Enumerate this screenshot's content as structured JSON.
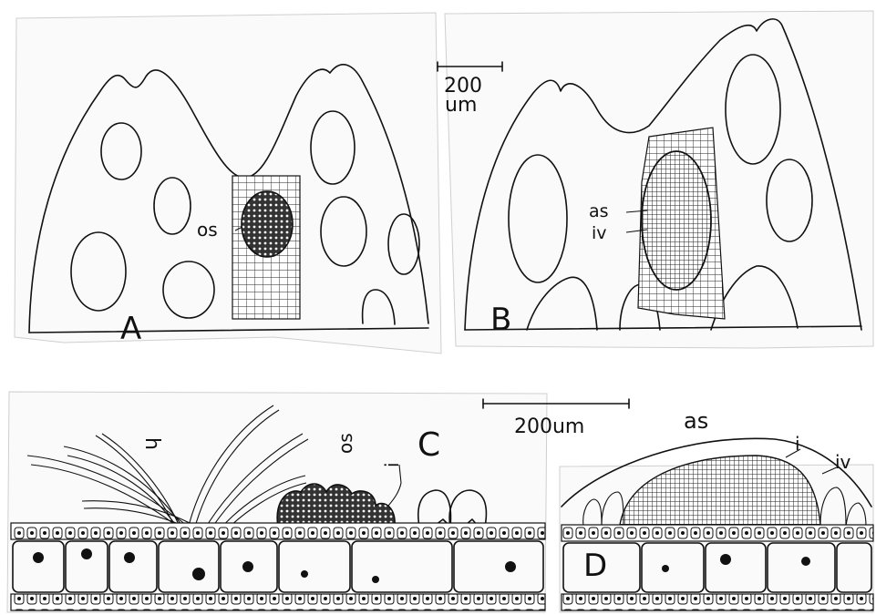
{
  "panels": {
    "A": {
      "label": "A",
      "structures": {
        "os": "os"
      }
    },
    "B": {
      "label": "B",
      "structures": {
        "as": "as",
        "iv": "iv"
      }
    },
    "C": {
      "label": "C",
      "structures": {
        "h": "h",
        "os": "os",
        "i": "i"
      }
    },
    "D": {
      "label": "D",
      "structures": {
        "as": "as",
        "i": "i",
        "iv": "iv"
      }
    }
  },
  "scale_bars": {
    "top": {
      "value": "200",
      "unit": "um"
    },
    "bottom": {
      "text": "200um"
    }
  },
  "colors": {
    "ink": "#111111",
    "paper": "#ffffff"
  }
}
